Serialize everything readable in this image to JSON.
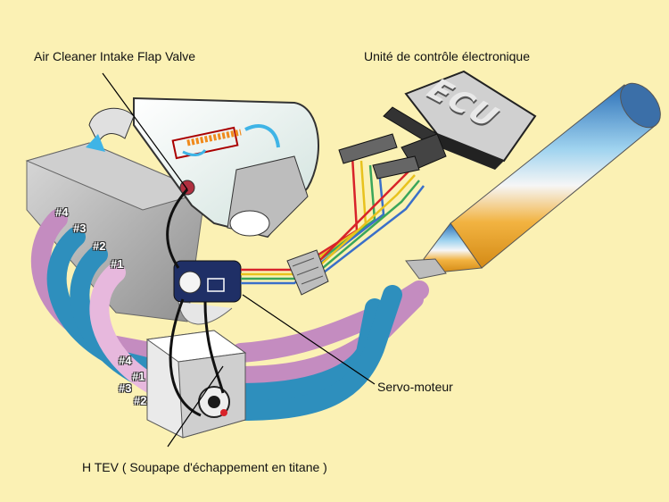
{
  "labels": {
    "intake_flap": "Air Cleaner Intake Flap Valve",
    "ecu_unit": "Unité de contrôle électronique",
    "servo": "Servo-moteur",
    "htev": "H TEV ( Soupape d'échappement en titane )"
  },
  "ecu_logo": "ECU",
  "upper_pipes": [
    "#4",
    "#3",
    "#2",
    "#1"
  ],
  "lower_pipes": [
    "#4",
    "#1",
    "#3",
    "#2"
  ],
  "colors": {
    "background": "#fbf1b4",
    "pipe_pink": "#c48cc0",
    "pipe_blue": "#2e8fbd",
    "pipe_light_blue": "#6fc3e6",
    "wire_red": "#d8232a",
    "wire_yellow": "#e8c21d",
    "wire_green": "#3aa65a",
    "wire_blue": "#3a6fc9"
  }
}
